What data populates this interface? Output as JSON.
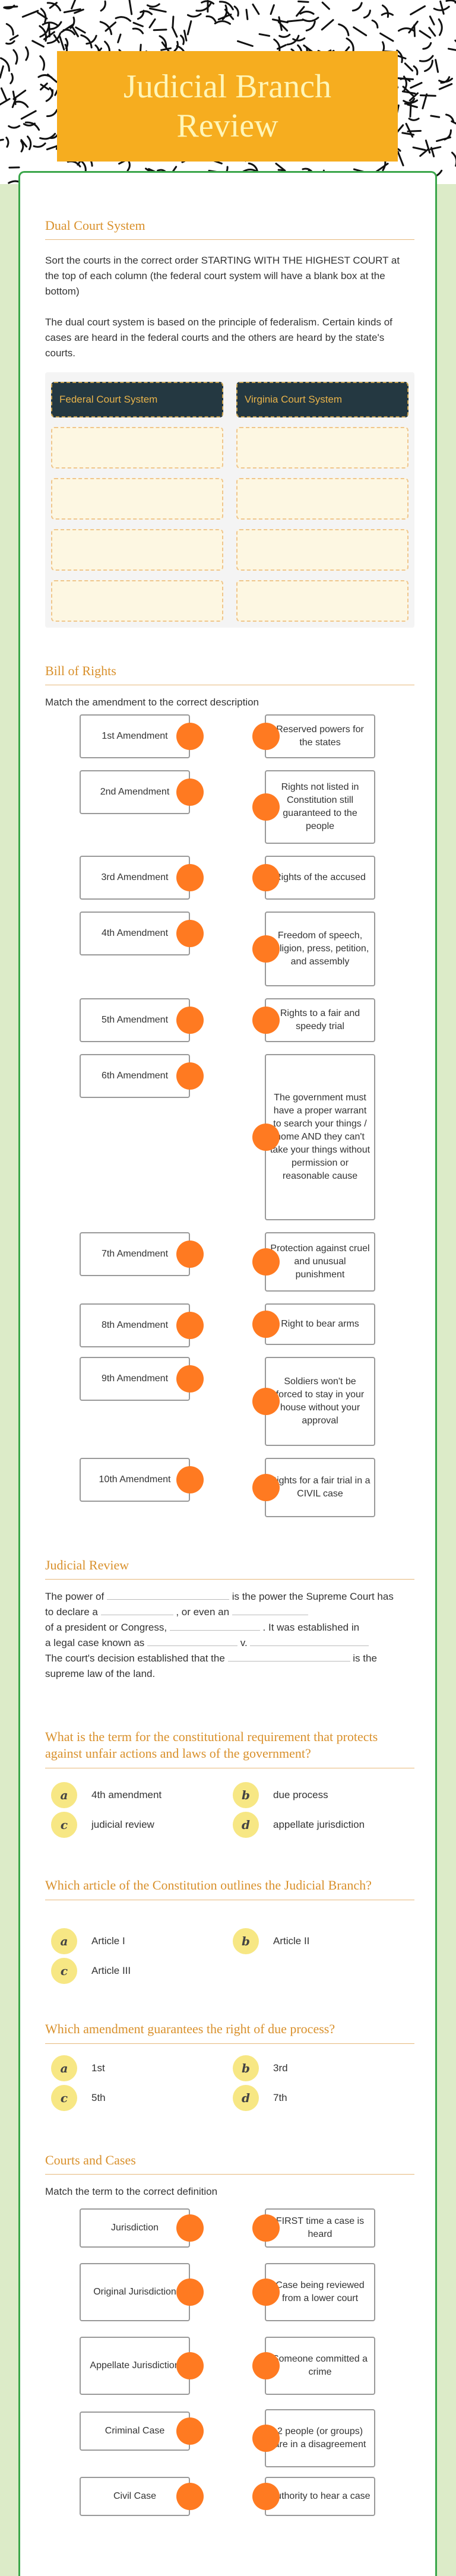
{
  "title": "Judicial Branch Review",
  "dual_court": {
    "heading": "Dual Court System",
    "instruction": "Sort the courts in the correct order STARTING WITH THE HIGHEST COURT at the top of each column (the federal court system will have a blank box at the bottom)",
    "description": "The dual court system is based on the principle of federalism.  Certain kinds of cases are heard in the federal courts and the others are heard by the state's courts.",
    "columns": [
      "Federal Court System",
      "Virginia Court System"
    ]
  },
  "bill_of_rights": {
    "heading": "Bill of Rights",
    "instruction": "Match the amendment to the correct description",
    "left": [
      "1st Amendment",
      "2nd Amendment",
      "3rd Amendment",
      "4th Amendment",
      "5th Amendment",
      "6th Amendment",
      "7th Amendment",
      "8th Amendment",
      "9th Amendment",
      "10th Amendment"
    ],
    "right": [
      "Reserved powers for the states",
      "Rights not listed in Constitution still guaranteed to the people",
      "Rights of the accused",
      "Freedom of speech, religion, press, petition, and assembly",
      "Rights to a fair and speedy trial",
      "The government must have a proper warrant to search your things / home AND they can't take your things without permission or reasonable cause",
      "Protection against cruel and unusual punishment",
      "Right to bear arms",
      "Soldiers won't be forced to stay in your house without your approval",
      "Rights for a fair trial in a CIVIL case"
    ]
  },
  "judicial_review": {
    "heading": "Judicial Review",
    "t1": "The power of",
    "t2": "is the power the Supreme Court has",
    "t3": "to declare a",
    "t4": ", or even an",
    "t5": "of a president or Congress,",
    "t6": ". It was established in",
    "t7": "a legal case known as",
    "t8": "v.",
    "t9": "The court's decision established that the",
    "t10": "is the",
    "t11": "supreme law of the land."
  },
  "q1": {
    "question": "What is the term for the constitutional requirement that protects against unfair actions and laws of the government?",
    "options": [
      {
        "letter": "a",
        "text": "4th amendment"
      },
      {
        "letter": "b",
        "text": "due process"
      },
      {
        "letter": "c",
        "text": "judicial review"
      },
      {
        "letter": "d",
        "text": "appellate jurisdiction"
      }
    ]
  },
  "q2": {
    "question": "Which article of the Constitution outlines the Judicial Branch?",
    "options": [
      {
        "letter": "a",
        "text": "Article I"
      },
      {
        "letter": "b",
        "text": "Article II"
      },
      {
        "letter": "c",
        "text": "Article III"
      }
    ]
  },
  "q3": {
    "question": "Which amendment guarantees the right of due process?",
    "options": [
      {
        "letter": "a",
        "text": "1st"
      },
      {
        "letter": "b",
        "text": "3rd"
      },
      {
        "letter": "c",
        "text": "5th"
      },
      {
        "letter": "d",
        "text": "7th"
      }
    ]
  },
  "courts_cases": {
    "heading": "Courts and Cases",
    "instruction": "Match the term to the correct definition",
    "left": [
      "Jurisdiction",
      "Original Jurisdiction",
      "Appellate Jurisdiction",
      "Criminal Case",
      "Civil Case"
    ],
    "right": [
      "FIRST time a case is heard",
      "Case being reviewed from a lower court",
      "Someone committed a crime",
      "2 people (or groups) are in a disagreement",
      "Authority to hear a case"
    ]
  },
  "colors": {
    "accent": "#f6ad1f",
    "heading": "#d9902b",
    "border": "#3aa64a",
    "connector": "#ff7a21",
    "badge": "#f7e784"
  }
}
